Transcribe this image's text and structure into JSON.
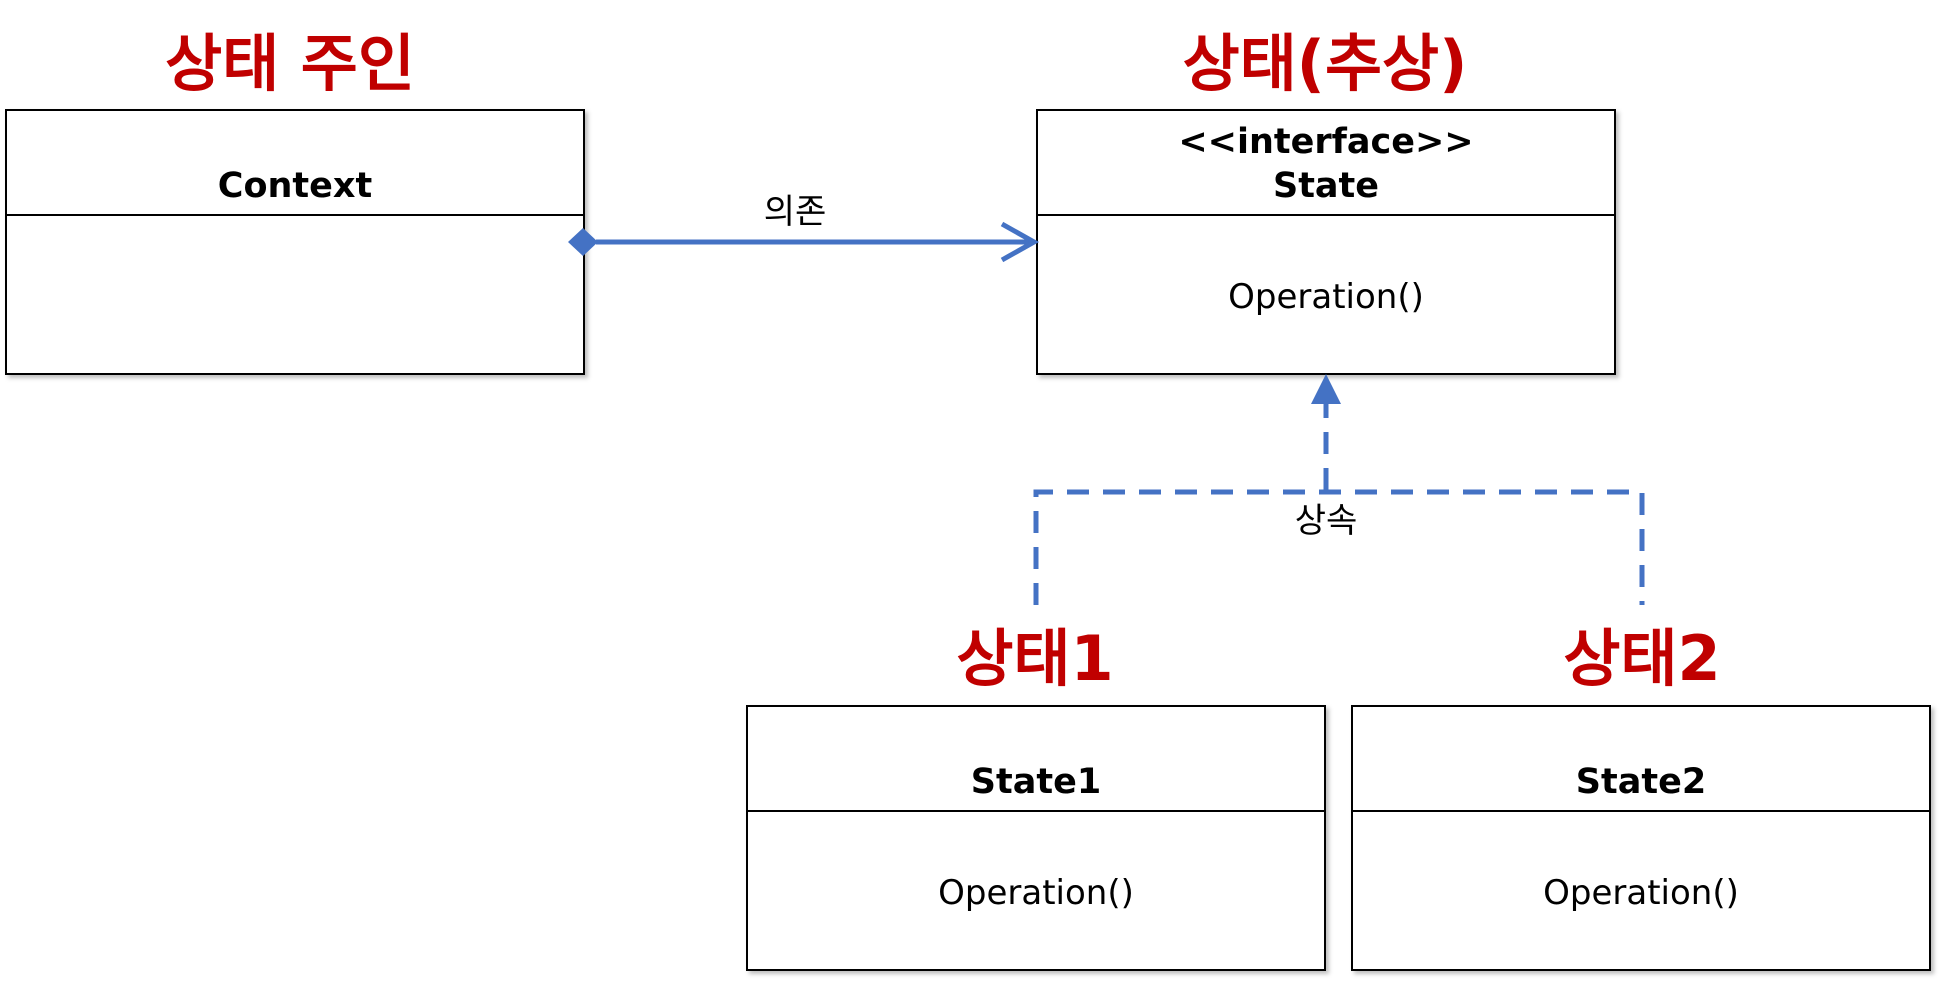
{
  "headings": {
    "context_owner": "상태 주인",
    "state_abstract": "상태(추상)",
    "state1": "상태1",
    "state2": "상태2"
  },
  "classes": {
    "context": {
      "name": "Context"
    },
    "state": {
      "stereotype": "<<interface>>",
      "name": "State",
      "operation": "Operation()"
    },
    "state1": {
      "name": "State1",
      "operation": "Operation()"
    },
    "state2": {
      "name": "State2",
      "operation": "Operation()"
    }
  },
  "relations": {
    "dependency_label": "의존",
    "inheritance_label": "상속"
  },
  "colors": {
    "heading": "#c00000",
    "connector": "#4472c4",
    "box_border": "#000000"
  }
}
